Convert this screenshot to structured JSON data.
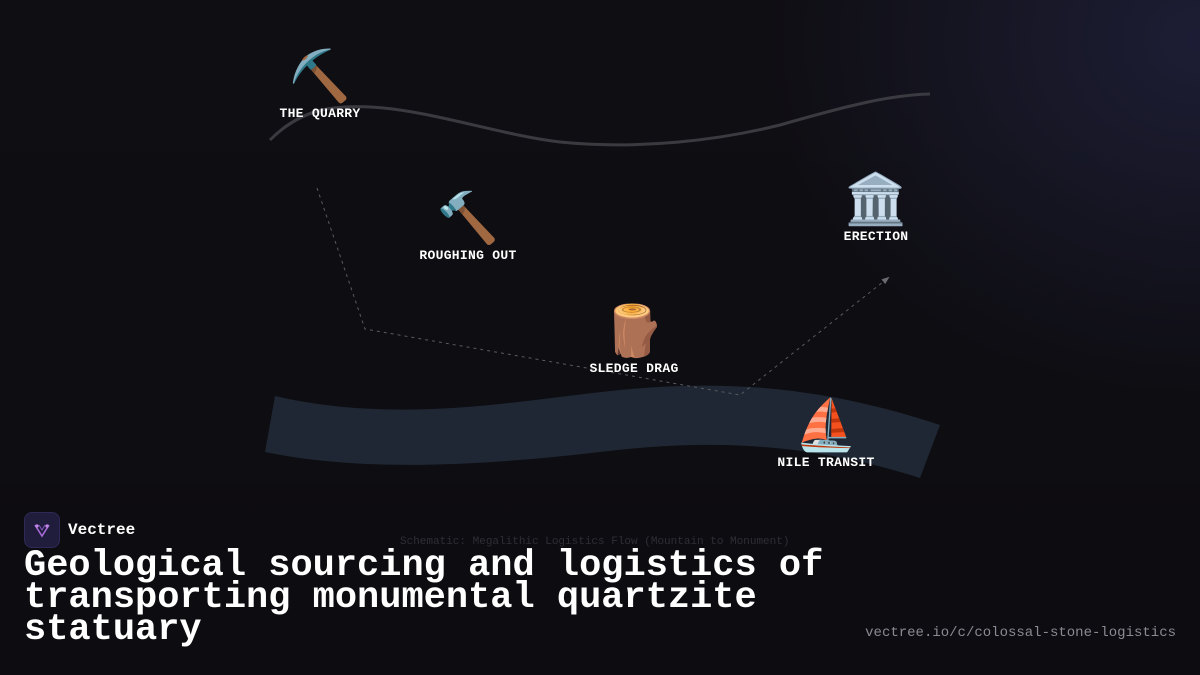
{
  "stages": [
    {
      "id": "quarry",
      "label": "THE QUARRY",
      "icon": "pick-icon",
      "glyph": "⛏️"
    },
    {
      "id": "roughing",
      "label": "ROUGHING OUT",
      "icon": "hammer-icon",
      "glyph": "🔨"
    },
    {
      "id": "sledge",
      "label": "SLEDGE DRAG",
      "icon": "log-icon",
      "glyph": "🪵"
    },
    {
      "id": "nile",
      "label": "NILE TRANSIT",
      "icon": "sailboat-icon",
      "glyph": "⛵"
    },
    {
      "id": "erection",
      "label": "ERECTION",
      "icon": "classical-building-icon",
      "glyph": "🏛️"
    }
  ],
  "caption": "Schematic: Megalithic Logistics Flow (Mountain to Monument)",
  "brand": {
    "name": "Vectree",
    "icon": "vectree-logo-icon"
  },
  "title": "Geological sourcing and logistics of transporting monumental quartzite statuary",
  "url": "vectree.io/c/colossal-stone-logistics",
  "colors": {
    "background": "#0f0e13",
    "river": "#1e2733",
    "ridge": "#3a3a40",
    "route": "#5a5a62",
    "text": "#ffffff",
    "muted": "#8a8a94",
    "accent": "#a86ad8"
  }
}
